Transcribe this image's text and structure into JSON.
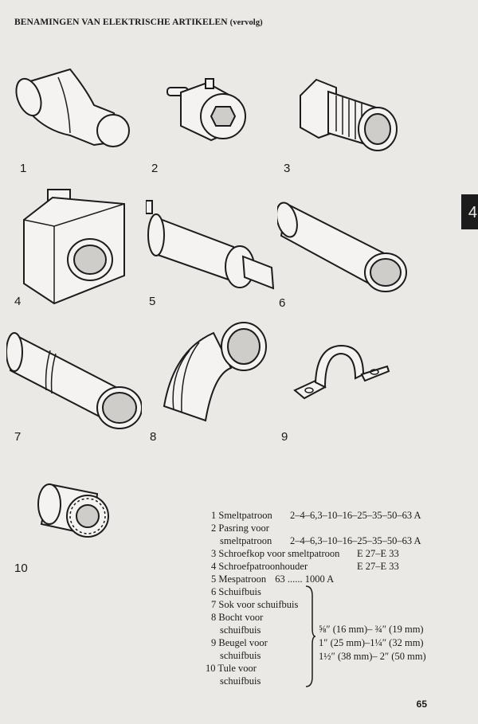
{
  "header": {
    "title": "BENAMINGEN VAN ELEKTRISCHE ARTIKELEN",
    "subtitle": "(vervolg)"
  },
  "side_tab": {
    "label": "4"
  },
  "figures": [
    {
      "number": "1",
      "icon": "fuse-cartridge-icon"
    },
    {
      "number": "2",
      "icon": "fuse-gauge-ring-icon"
    },
    {
      "number": "3",
      "icon": "fuse-screw-cap-icon"
    },
    {
      "number": "4",
      "icon": "fuse-holder-block-icon"
    },
    {
      "number": "5",
      "icon": "blade-fuse-icon"
    },
    {
      "number": "6",
      "icon": "conduit-tube-icon"
    },
    {
      "number": "7",
      "icon": "conduit-socket-icon"
    },
    {
      "number": "8",
      "icon": "conduit-bend-icon"
    },
    {
      "number": "9",
      "icon": "conduit-clamp-icon"
    },
    {
      "number": "10",
      "icon": "conduit-bushing-icon"
    }
  ],
  "legend": {
    "items": [
      {
        "num": "1",
        "text": "Smeltpatroon",
        "spec": "2–4–6,3–10–16–25–35–50–63 A"
      },
      {
        "num": "2",
        "text": "Pasring voor"
      },
      {
        "num": "",
        "text": "smeltpatroon",
        "spec": "2–4–6,3–10–16–25–35–50–63 A"
      },
      {
        "num": "3",
        "text": "Schroefkop voor smeltpatroon",
        "spec": "E 27–E 33"
      },
      {
        "num": "4",
        "text": "Schroefpatroonhouder",
        "spec": "E 27–E 33"
      },
      {
        "num": "5",
        "text": "Mespatroon",
        "spec": "63 ...... 1000 A"
      },
      {
        "num": "6",
        "text": "Schuifbuis"
      },
      {
        "num": "7",
        "text": "Sok voor schuifbuis"
      },
      {
        "num": "8",
        "text": "Bocht voor"
      },
      {
        "num": "",
        "text": "schuifbuis"
      },
      {
        "num": "9",
        "text": "Beugel voor"
      },
      {
        "num": "",
        "text": "schuifbuis"
      },
      {
        "num": "10",
        "text": "Tule voor"
      },
      {
        "num": "",
        "text": "schuifbuis"
      }
    ],
    "sizes": [
      "⅝″ (16 mm)– ¾″ (19 mm)",
      "1″ (25 mm)–1¼″ (32 mm)",
      "1½″ (38 mm)– 2″ (50 mm)"
    ]
  },
  "page_number": "65"
}
